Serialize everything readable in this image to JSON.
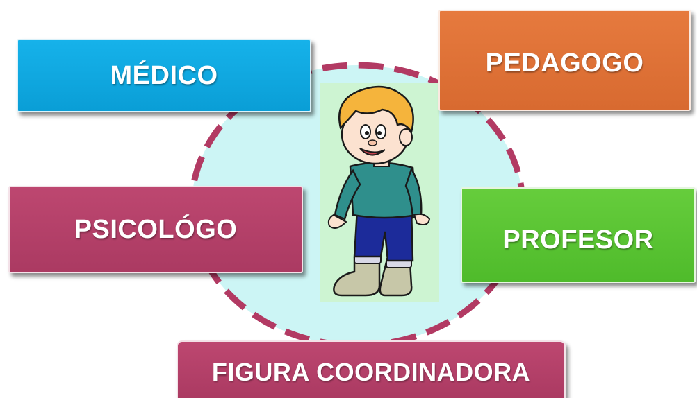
{
  "boxes": {
    "medico": "MÉDICO",
    "pedagogo": "PEDAGOGO",
    "psicologo": "PSICOLÓGO",
    "profesor": "PROFESOR",
    "figura": "FIGURA COORDINADORA"
  },
  "colors": {
    "medico": "#0ba3dc",
    "pedagogo": "#df7034",
    "psicologo": "#b23f67",
    "profesor": "#58c233",
    "figura": "#b23f67",
    "ring_fill": "#ccf5f5",
    "ring_dash": "#b23a63",
    "child_background": "#cdf4d2"
  },
  "illustration": {
    "subject": "cartoon-boy",
    "hair": "#f5b43c",
    "sweater": "#2f8f8c",
    "pants": "#1c2b9a",
    "boots": "#c7c7a8"
  }
}
